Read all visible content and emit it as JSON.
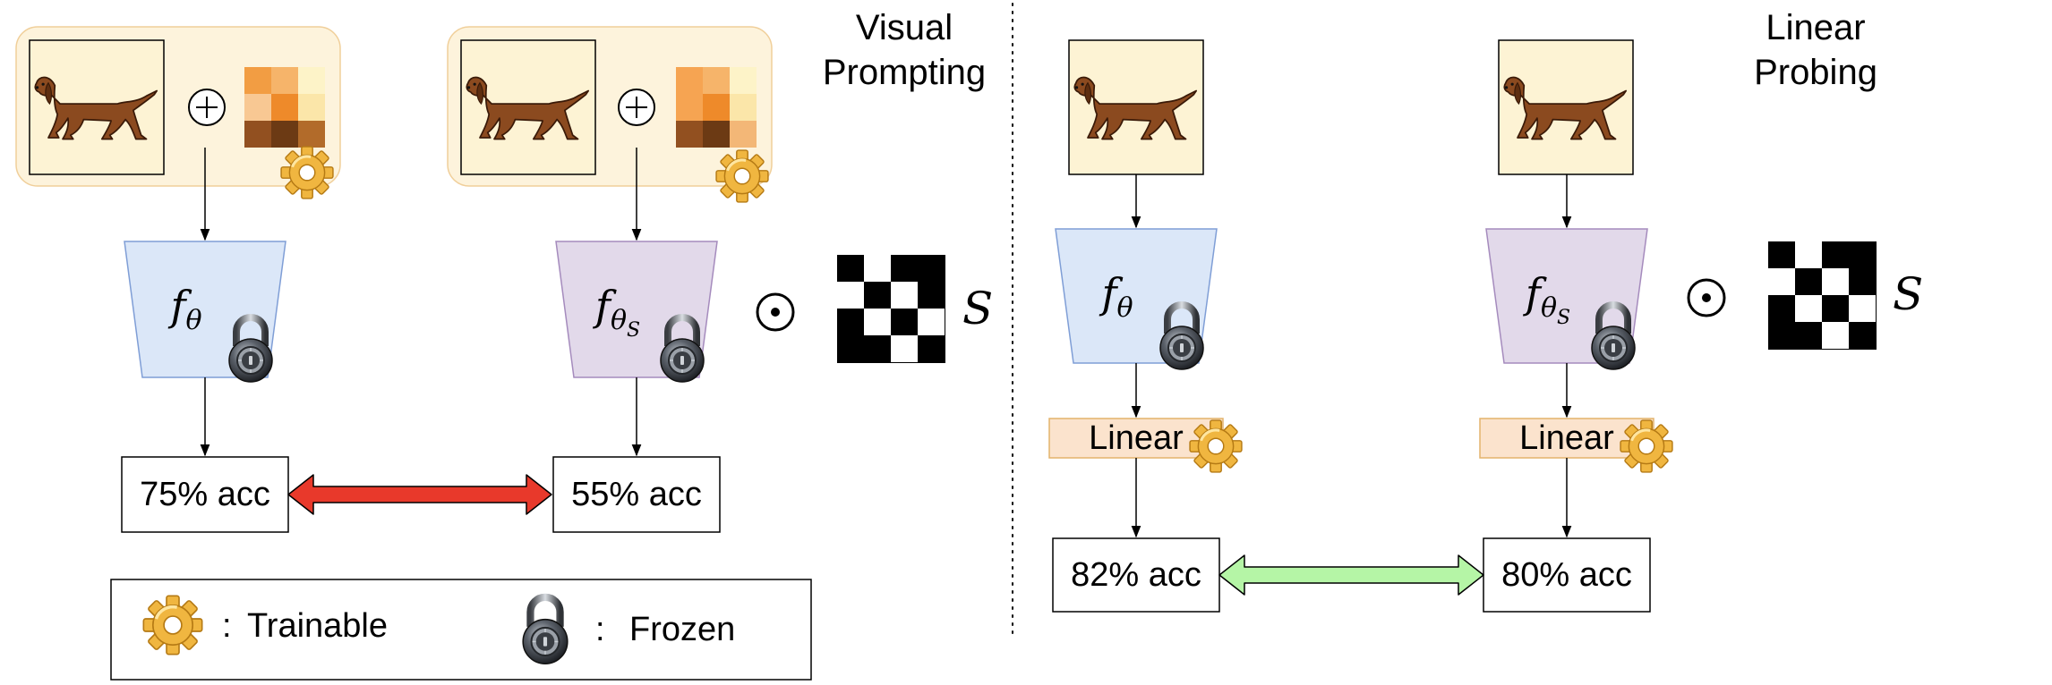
{
  "titles": {
    "vp_line1": "Visual",
    "vp_line2": "Prompting",
    "lp_line1": "Linear",
    "lp_line2": "Probing"
  },
  "models": {
    "dense": {
      "base": "f",
      "sub": "θ"
    },
    "sparse": {
      "base": "f",
      "sub": "θ",
      "subsub": "S"
    }
  },
  "mask_symbol": "S",
  "operators": {
    "plus": "+",
    "hadamard": "⊙"
  },
  "linear_label": "Linear",
  "results": {
    "vp_dense": "75% acc",
    "vp_sparse": "55% acc",
    "lp_dense": "82% acc",
    "lp_sparse": "80% acc"
  },
  "legend": {
    "trainable": "Trainable",
    "frozen": "Frozen",
    "separator": ":"
  },
  "icons": [
    "dog-icon",
    "gear-icon",
    "lock-icon",
    "prompt-grid-icon",
    "mask-icon"
  ],
  "colors": {
    "image_bg": "#fdf3d4",
    "prompt_group_bg": "#fdf3dc",
    "prompt_group_border": "#f0cf9a",
    "dense_model_fill": "#dbe7f8",
    "dense_model_stroke": "#7f9ed6",
    "sparse_model_fill": "#e2d9ea",
    "sparse_model_stroke": "#a58bbd",
    "linear_fill": "#fbe3cd",
    "linear_stroke": "#e3b36b",
    "gap_arrow": "#e8392b",
    "match_arrow": "#b5f5a6",
    "gear": "#f0b640",
    "dog": "#8b4a1f"
  }
}
